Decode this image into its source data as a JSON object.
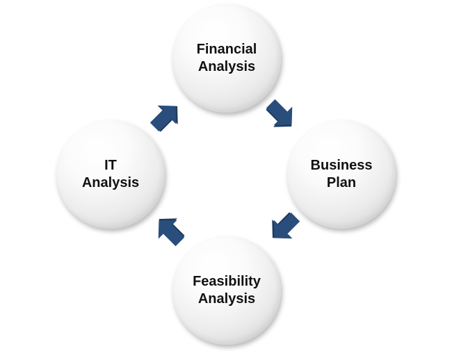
{
  "cycle": {
    "nodes": [
      {
        "label": "Financial\nAnalysis"
      },
      {
        "label": "Business\nPlan"
      },
      {
        "label": "Feasibility\nAnalysis"
      },
      {
        "label": "IT\nAnalysis"
      }
    ],
    "arrow_color": "#294e7c",
    "arrow_shade_color": "#1d3a5f"
  }
}
